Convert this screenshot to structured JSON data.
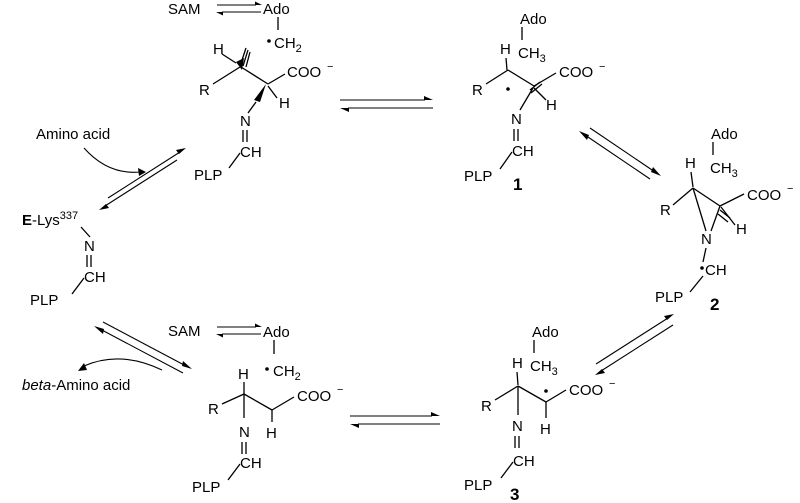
{
  "molecules": {
    "top_left": {
      "sam": "SAM",
      "ado": "Ado",
      "ch2": "CH",
      "ch2_sub": "2",
      "h_top": "H",
      "r": "R",
      "coo": "COO",
      "coo_charge": "−",
      "h_alpha": "H",
      "n": "N",
      "ch": "CH",
      "plp": "PLP"
    },
    "top_right": {
      "ado": "Ado",
      "h": "H",
      "ch3": "CH",
      "ch3_sub": "3",
      "r": "R",
      "coo": "COO",
      "coo_charge": "−",
      "h_alpha": "H",
      "n": "N",
      "ch": "CH",
      "plp": "PLP",
      "label": "1"
    },
    "right": {
      "ado": "Ado",
      "h": "H",
      "ch3": "CH",
      "ch3_sub": "3",
      "r": "R",
      "coo": "COO",
      "coo_charge": "−",
      "h_ring": "H",
      "n": "N",
      "ch": "CH",
      "plp": "PLP",
      "label": "2"
    },
    "bottom_right": {
      "ado": "Ado",
      "h": "H",
      "ch3": "CH",
      "ch3_sub": "3",
      "r": "R",
      "coo": "COO",
      "coo_charge": "−",
      "h_beta": "H",
      "n": "N",
      "ch": "CH",
      "plp": "PLP",
      "label": "3"
    },
    "bottom_left": {
      "sam": "SAM",
      "ado": "Ado",
      "ch2": "CH",
      "ch2_sub": "2",
      "h": "H",
      "r": "R",
      "coo": "COO",
      "coo_charge": "−",
      "h_beta": "H",
      "n": "N",
      "ch": "CH",
      "plp": "PLP"
    },
    "enzyme": {
      "e": "E",
      "lys": "-Lys",
      "lys_num": "337",
      "n": "N",
      "ch": "CH",
      "plp": "PLP"
    }
  },
  "substrates": {
    "amino_acid": "Amino acid",
    "beta_prefix": "beta",
    "beta_suffix": "-Amino acid"
  }
}
